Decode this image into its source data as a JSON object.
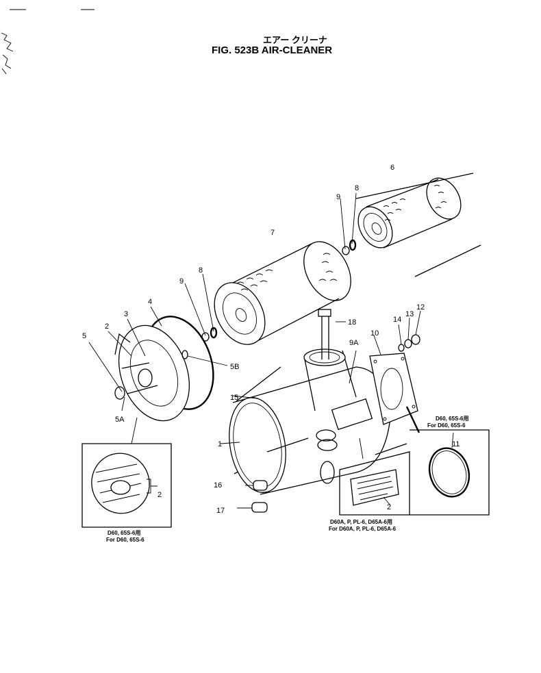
{
  "header": {
    "japanese_title": "エアー クリーナ",
    "figure_title": "FIG. 523B  AIR-CLEANER"
  },
  "callouts": [
    "1",
    "2",
    "3",
    "4",
    "5",
    "5A",
    "5B",
    "6",
    "7",
    "8",
    "8",
    "9",
    "9",
    "9A",
    "10",
    "11",
    "12",
    "13",
    "14",
    "15",
    "16",
    "17",
    "18"
  ],
  "callout_2_inset_left": "2",
  "callout_2_inset_mid": "2",
  "callout_11": "11",
  "insets": {
    "left": {
      "line1": "D60, 65S-6用",
      "line2": "For D60, 65S-6"
    },
    "middle": {
      "line1": "D60A, P, PL-6, D65A-6用",
      "line2": "For D60A, P, PL-6, D65A-6"
    },
    "right": {
      "line1": "D60, 65S-6用",
      "line2": "For D60, 65S-6"
    }
  }
}
